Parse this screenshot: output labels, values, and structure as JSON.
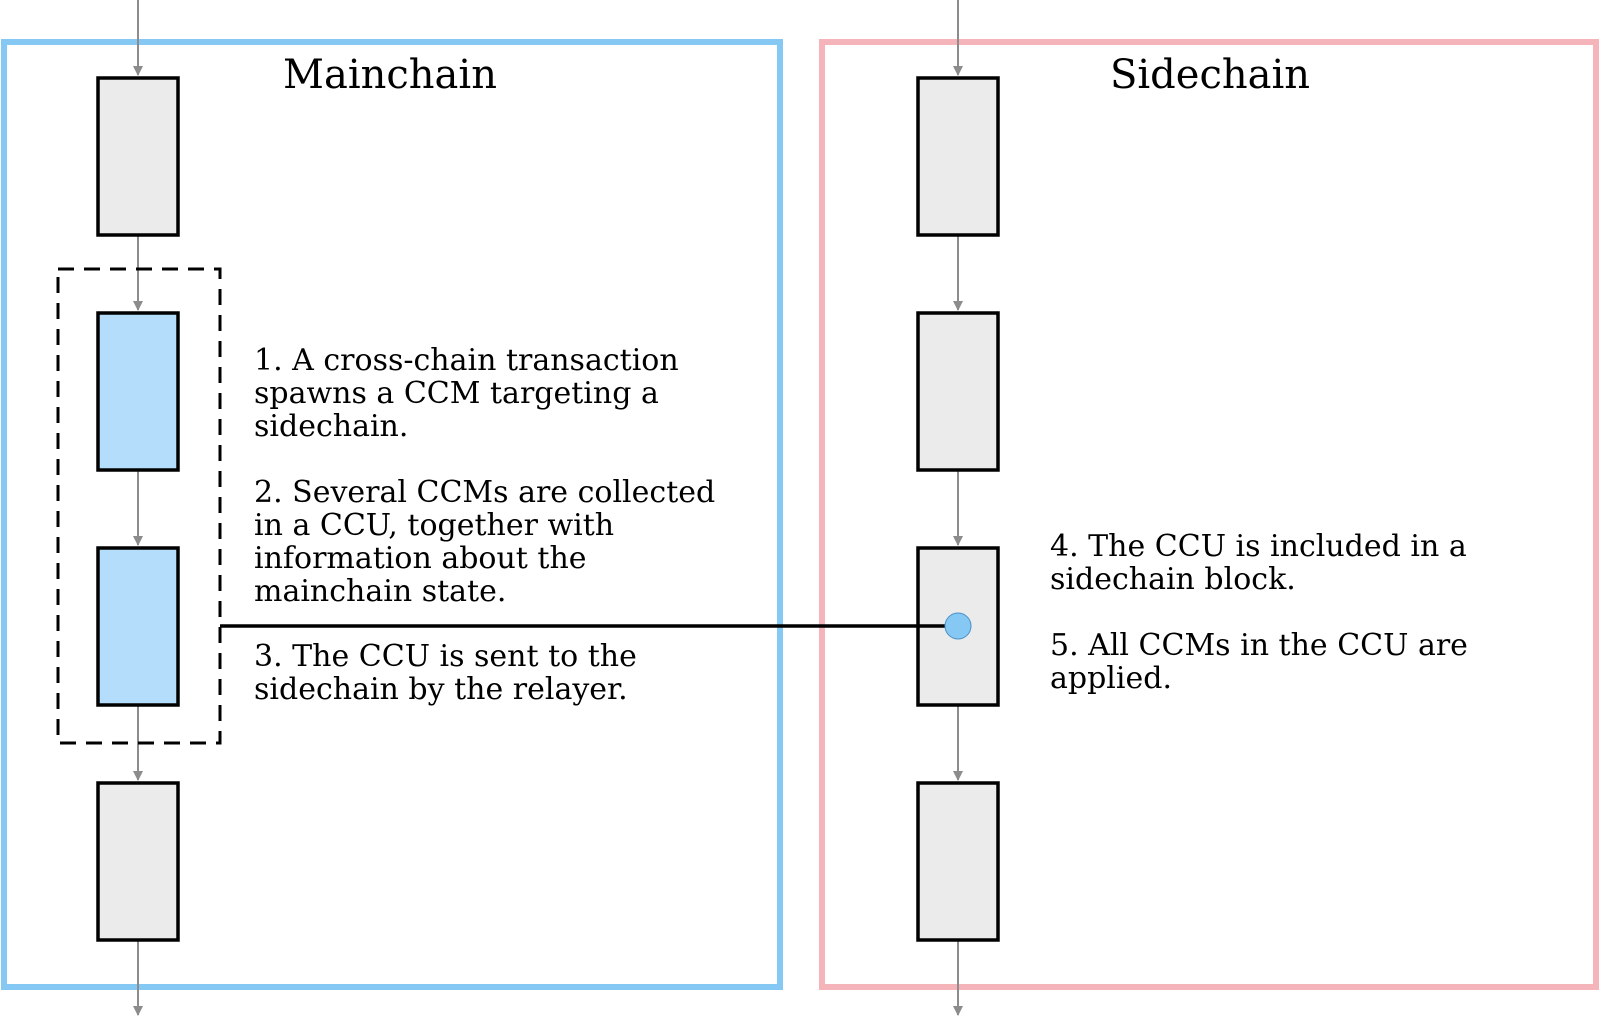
{
  "colors": {
    "mainchain_border": "#86c8f4",
    "sidechain_border": "#f4b4ba",
    "block_default_fill": "#ebebeb",
    "block_highlight_fill": "#b3ddfb",
    "block_border": "#000000",
    "arrow": "#8c8c8c",
    "ccu_dot": "#86c8f4",
    "connector": "#000000"
  },
  "mainchain": {
    "title": "Mainchain",
    "annotations": {
      "step1": [
        "1. A cross-chain transaction",
        "spawns a CCM targeting a",
        "sidechain."
      ],
      "step2": [
        "2. Several CCMs are collected",
        "in a CCU, together with",
        "information about the",
        "mainchain state."
      ],
      "step3": [
        "3. The CCU is sent to the",
        "sidechain by the relayer."
      ]
    }
  },
  "sidechain": {
    "title": "Sidechain",
    "annotations": {
      "step4": [
        "4. The CCU is included in a",
        "sidechain block."
      ],
      "step5": [
        "5. All CCMs in the CCU are",
        "applied."
      ]
    }
  }
}
